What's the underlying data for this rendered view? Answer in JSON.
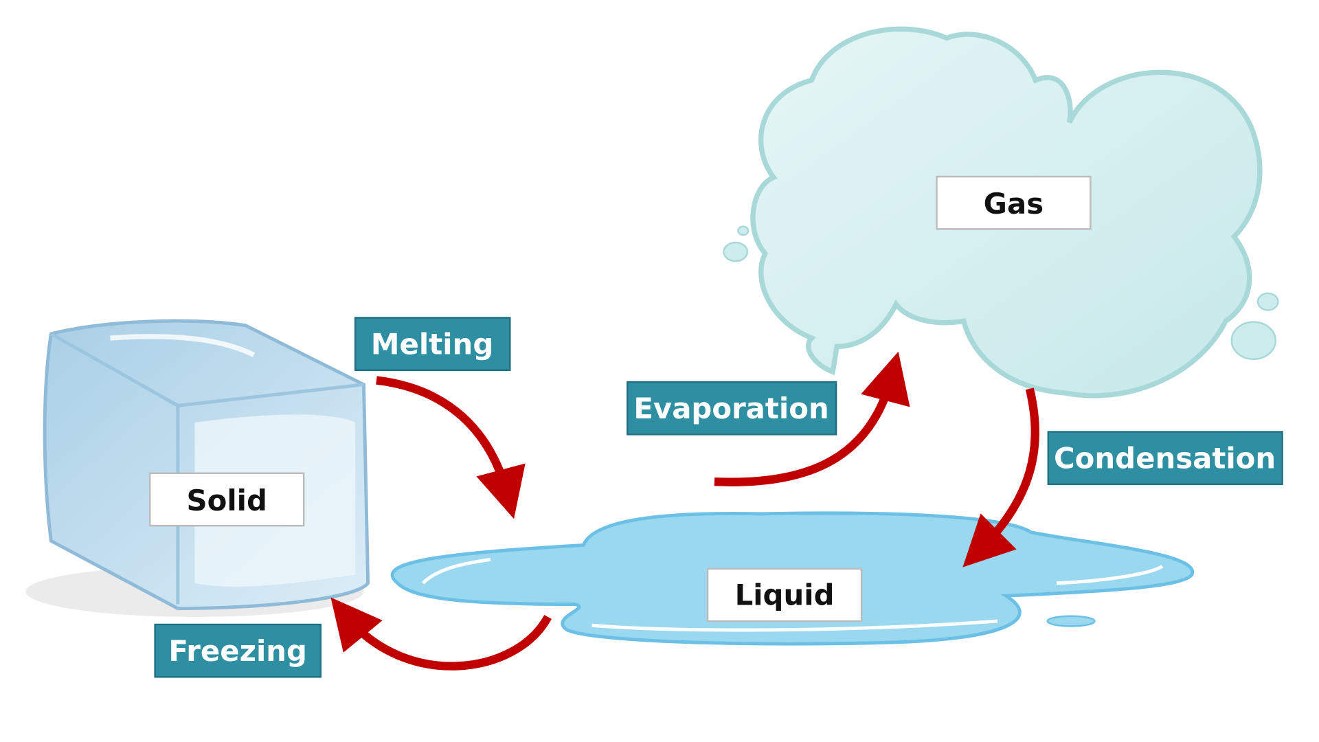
{
  "states": {
    "solid": "Solid",
    "liquid": "Liquid",
    "gas": "Gas"
  },
  "processes": {
    "melting": "Melting",
    "freezing": "Freezing",
    "evaporation": "Evaporation",
    "condensation": "Condensation"
  },
  "colors": {
    "process_label_bg": "#2e8fa3",
    "arrow": "#c00000",
    "ice": "#b9d9ea",
    "water": "#9ad8f0",
    "cloud": "#cdeced"
  }
}
